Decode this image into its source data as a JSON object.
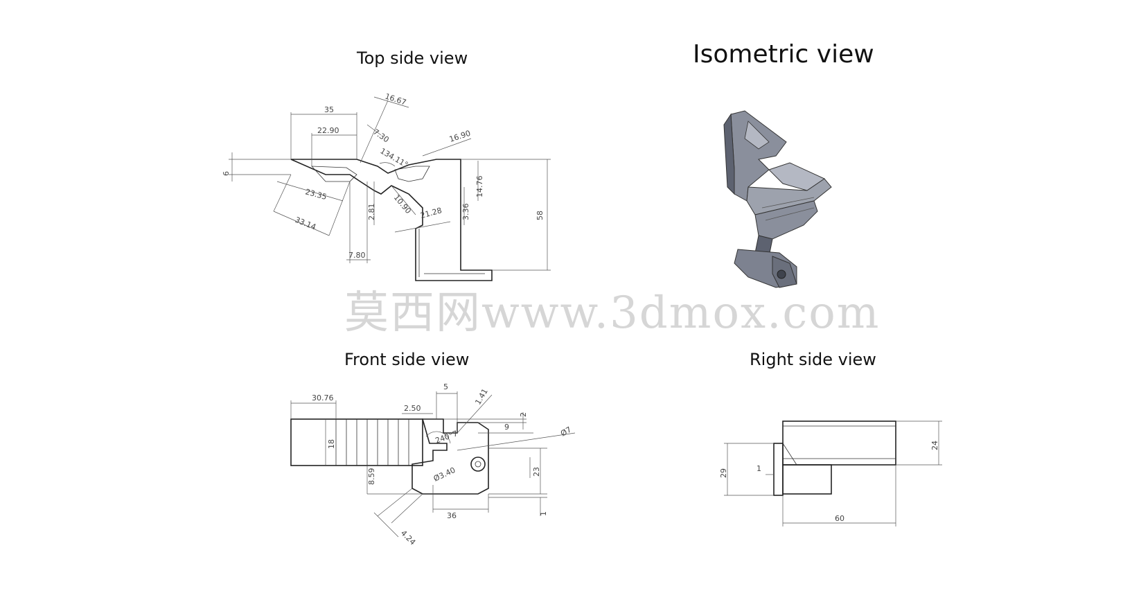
{
  "titles": {
    "top": "Top side view",
    "isometric": "Isometric view",
    "front": "Front side view",
    "right": "Right side view"
  },
  "watermark": "莫西网www.3dmox.com",
  "top_view_dims": {
    "d35": "35",
    "d22_90": "22.90",
    "d16_67": "16.67",
    "d7_30": "7.30",
    "d16_90": "16.90",
    "d134": "134.11°",
    "d6": "6",
    "d23_35": "23.35",
    "d33_14": "33.14",
    "d2_81": "2.81",
    "d10_90": "10.90",
    "d21_28": "21.28",
    "d3_36": "3.36",
    "d14_76": "14.76",
    "d58": "58",
    "d7_80": "7.80"
  },
  "front_view_dims": {
    "d30_76": "30.76",
    "d5": "5",
    "d2_50": "2.50",
    "d1_41": "1.41",
    "d2": "2",
    "d9": "9",
    "d240": "240°7",
    "d7": "Ø7",
    "d18": "18",
    "d8_59": "8.59",
    "d3_40": "Ø3.40",
    "d23": "23",
    "d36": "36",
    "d1": "1",
    "d4_24": "4.24"
  },
  "right_view_dims": {
    "d29": "29",
    "d1": "1",
    "d24": "24",
    "d60": "60"
  },
  "colors": {
    "part_fill": "#8a8f9c",
    "part_dark": "#5d6270",
    "part_light": "#b4b8c3"
  }
}
